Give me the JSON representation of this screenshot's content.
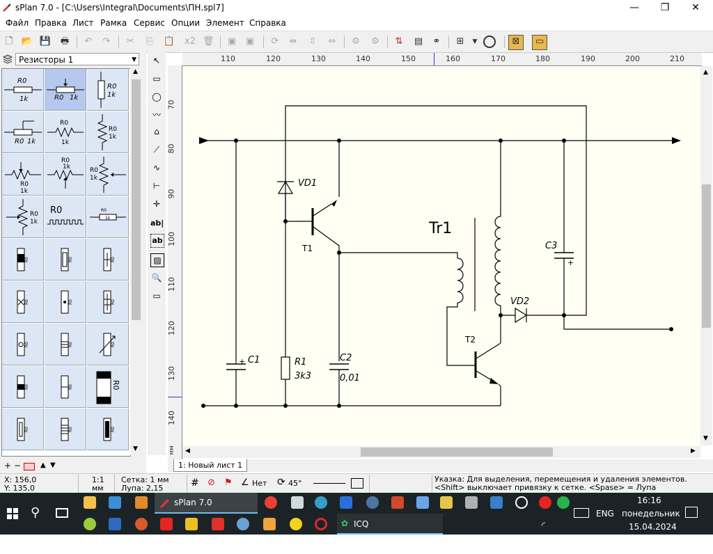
{
  "window": {
    "title": "sPlan 7.0 - [C:\\Users\\Integral\\Documents\\ПН.spl7]",
    "min_glyph": "—",
    "max_glyph": "❐",
    "close_glyph": "✕"
  },
  "menu": [
    "Файл",
    "Правка",
    "Лист",
    "Рамка",
    "Сервис",
    "Опции",
    "Элемент",
    "Справка"
  ],
  "toolbar": {
    "multiply_label": "x2"
  },
  "library": {
    "selected": "Резисторы 1",
    "cells": [
      {
        "label": "R0",
        "sub": "1k"
      },
      {
        "label": "R0",
        "sub": "1k"
      },
      {
        "label": "R0",
        "sub": "1k"
      },
      {
        "label": "R0",
        "sub": "1k"
      },
      {
        "label": "R0",
        "sub": "1k"
      },
      {
        "label": "R0",
        "sub": "1k"
      },
      {
        "label": "R0",
        "sub": "1k"
      },
      {
        "label": "R0",
        "sub": "1k"
      },
      {
        "label": "R0",
        "sub": "1k"
      },
      {
        "label": "R0",
        "sub": "1k"
      },
      {
        "label": "R0",
        "sub": ""
      },
      {
        "label": "R0",
        "sub": "1k"
      }
    ],
    "small_label": "R0",
    "bottom_buttons": [
      "+",
      "−",
      "▲",
      "▼"
    ]
  },
  "tools": {
    "text_tool": "ab|",
    "text_box_tool": "ab"
  },
  "ruler": {
    "h": [
      "110",
      "120",
      "130",
      "140",
      "150",
      "160",
      "170",
      "180",
      "190",
      "200",
      "210"
    ],
    "v": [
      "70",
      "80",
      "90",
      "100",
      "110",
      "120",
      "130",
      "140"
    ],
    "unit": "мм"
  },
  "schematic": {
    "labels": {
      "vd1": "VD1",
      "t1": "T1",
      "tr1": "Tr1",
      "c3": "C3",
      "vd2": "VD2",
      "t2": "T2",
      "c1": "C1",
      "r1": "R1",
      "r1v": "3k3",
      "c2": "C2",
      "c2v": "0,01",
      "plus": "+"
    }
  },
  "sheet_tab": "1: Новый лист 1",
  "status": {
    "x": "X: 156,0",
    "y": "Y: 135,0",
    "scale": "1:1",
    "scale_unit": "мм",
    "grid": "Сетка: 1 мм",
    "zoom": "Лупа:  2,15",
    "net": "Нет",
    "angle": "45°",
    "hint1": "Указка: Для выделения, перемещения и удаления элементов.",
    "hint2": "<Shift> выключает привязку к сетке. <Spase> = Лупа"
  },
  "taskbar": {
    "active_app": "sPlan 7.0",
    "icq": "ICQ",
    "lang": "ENG",
    "time": "16:16",
    "day": "понедельник",
    "date": "15.04.2024"
  }
}
